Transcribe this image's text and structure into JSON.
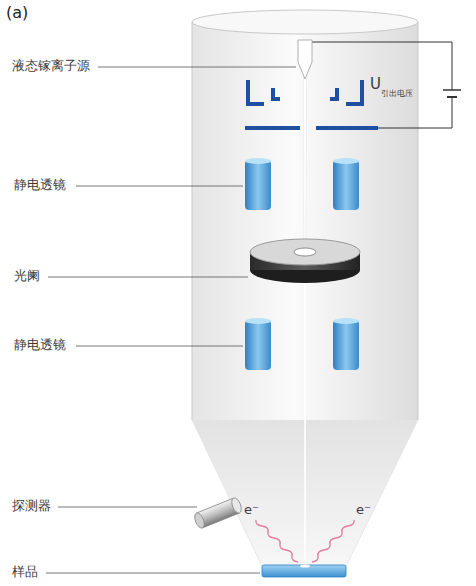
{
  "diagram": {
    "labels": [
      "(a)",
      "液态镓离子源",
      "U",
      "引出电压",
      "静电透镜",
      "光阑",
      "静电透镜",
      "探测器",
      "样品",
      "e⁻",
      "e⁻"
    ]
  }
}
